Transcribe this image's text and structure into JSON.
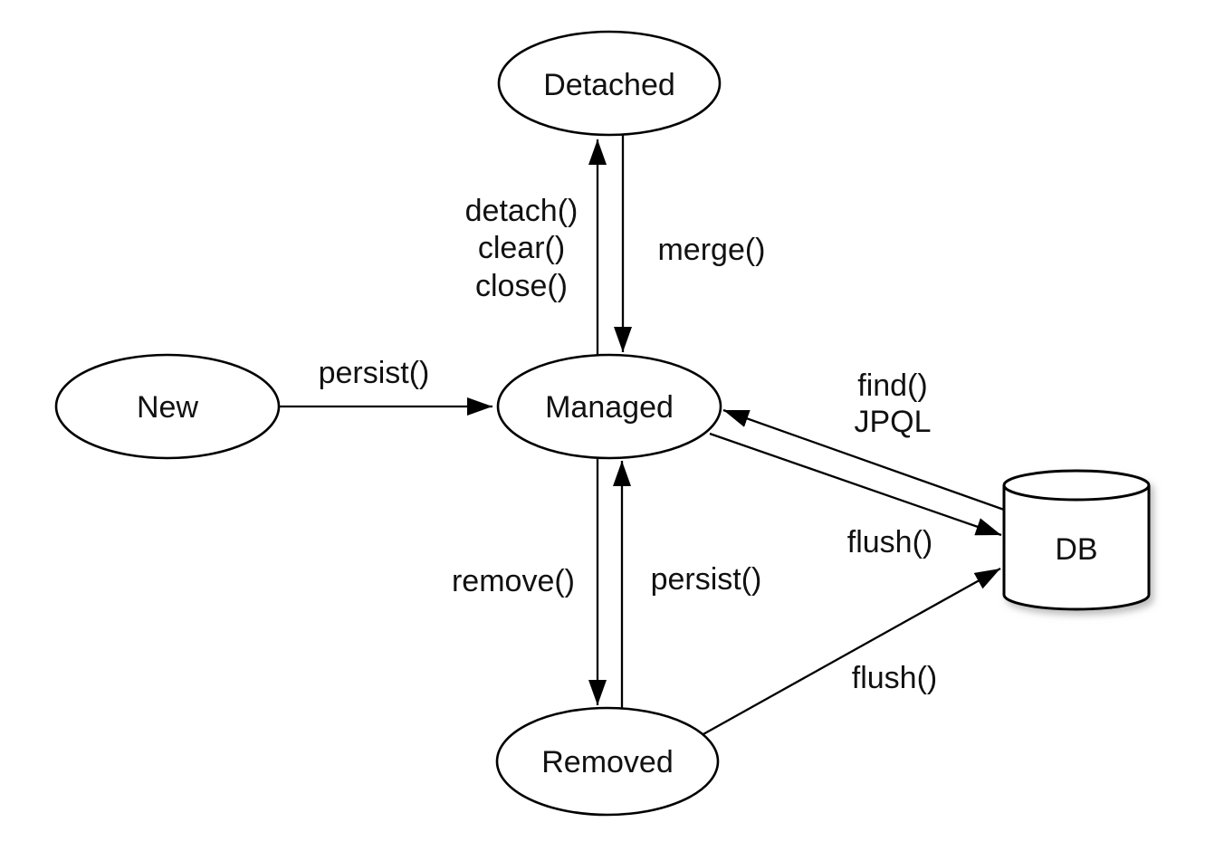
{
  "colors": {
    "background": "#ffffff",
    "stroke": "#000000",
    "text": "#111111",
    "shadow": "#888888"
  },
  "nodes": {
    "new": "New",
    "managed": "Managed",
    "detached": "Detached",
    "removed": "Removed",
    "db": "DB"
  },
  "edges": {
    "new_to_managed": "persist()",
    "managed_to_detached": [
      "detach()",
      "clear()",
      "close()"
    ],
    "detached_to_managed": "merge()",
    "db_to_managed": [
      "find()",
      "JPQL"
    ],
    "managed_to_db": "flush()",
    "managed_to_removed": "remove()",
    "removed_to_managed": "persist()",
    "removed_to_db": "flush()"
  }
}
